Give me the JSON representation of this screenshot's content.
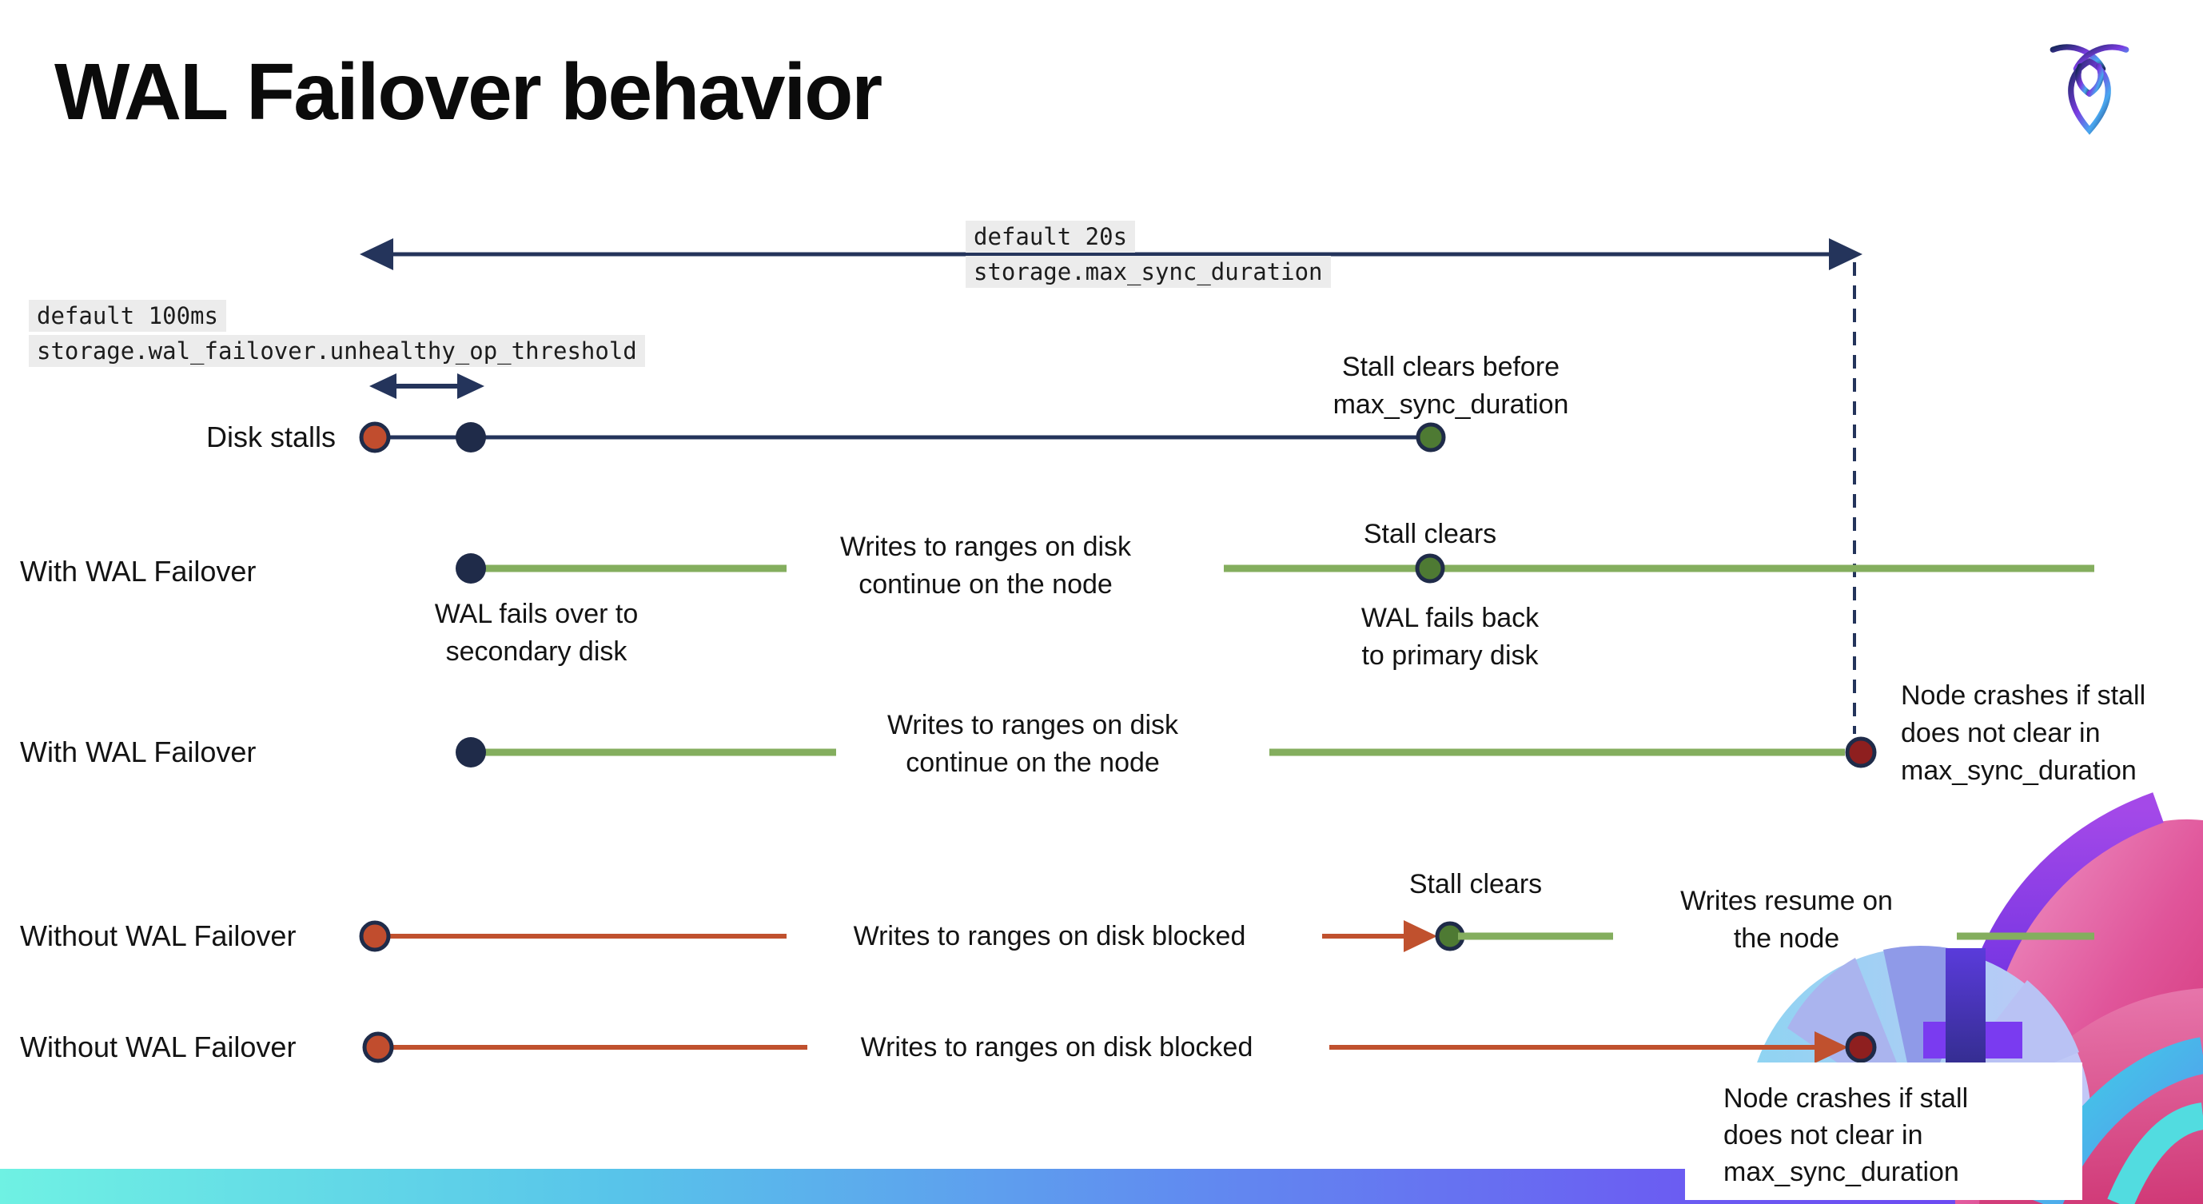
{
  "title": "WAL Failover behavior",
  "logo": {
    "name": "cockroachdb-logo-mark"
  },
  "settings": {
    "max_sync_duration": {
      "default_label": "default 20s",
      "name": "storage.max_sync_duration"
    },
    "unhealthy_op_threshold": {
      "default_label": "default 100ms",
      "name": "storage.wal_failover.unhealthy_op_threshold"
    }
  },
  "rows": {
    "disk_stalls": {
      "label": "Disk stalls",
      "stall_clears_note": "Stall clears before\nmax_sync_duration"
    },
    "with_failover_1": {
      "label": "With WAL Failover",
      "failover_note": "WAL fails over to\nsecondary disk",
      "writes_note": "Writes to ranges on disk\ncontinue on the node",
      "stall_note": "Stall clears",
      "failback_note": "WAL fails  back\nto primary disk"
    },
    "with_failover_2": {
      "label": "With WAL Failover",
      "writes_note": "Writes to ranges on disk\ncontinue on the node",
      "crash_note": "Node crashes if stall\ndoes not clear in\nmax_sync_duration"
    },
    "without_failover_1": {
      "label": "Without WAL Failover",
      "blocked_note": "Writes to ranges on disk  blocked",
      "stall_note": "Stall clears",
      "resume_note": "Writes resume on\nthe node"
    },
    "without_failover_2": {
      "label": "Without WAL Failover",
      "blocked_note": "Writes to ranges on disk  blocked",
      "crash_note": "Node crashes if stall\ndoes not clear in\nmax_sync_duration"
    }
  },
  "colors": {
    "navy": "#24345b",
    "line_green": "#84ae5e",
    "dot_green": "#4e7a33",
    "red_orange": "#c14d2e",
    "dark_red": "#8e1f1f",
    "code_chip_bg": "#ececec",
    "bottom_bar_gradient": [
      "#6ff1e3",
      "#58c4ea",
      "#6189f0",
      "#6b5df2",
      "#6d3af3"
    ]
  }
}
